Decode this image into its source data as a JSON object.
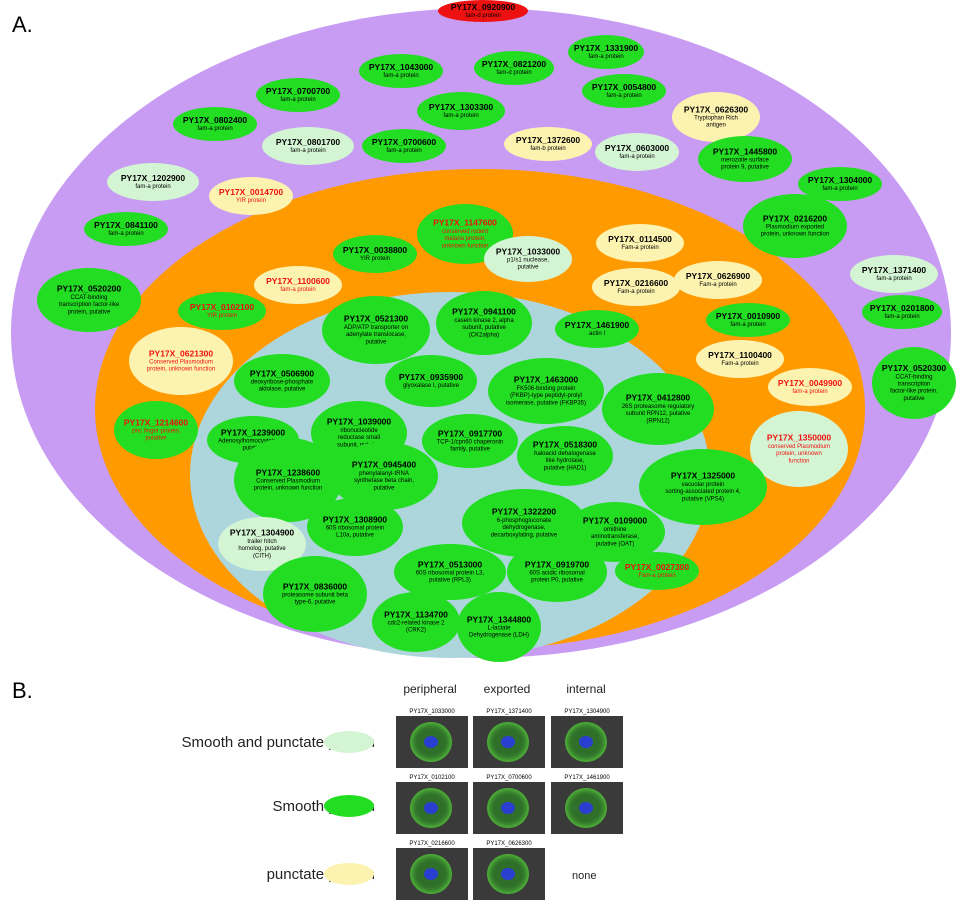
{
  "panels": {
    "a": "A.",
    "b": "B."
  },
  "colors": {
    "outer_ring": "#c79cf2",
    "middle_ring": "#ff9a00",
    "inner_core": "#acd6dc",
    "smooth": "#22dd22",
    "smooth_punctate": "#d4f5d4",
    "punctate": "#fdf3b0",
    "top_red": "#ee1111"
  },
  "nodes": [
    {
      "id": "PY17X_0920900",
      "desc": "fam-d protein",
      "style": "red"
    },
    {
      "id": "PY17X_1043000",
      "desc": "fam-a protein",
      "style": "smooth"
    },
    {
      "id": "PY17X_0821200",
      "desc": "fam-d protein",
      "style": "smooth"
    },
    {
      "id": "PY17X_1331900",
      "desc": "fam-a protein",
      "style": "smooth"
    },
    {
      "id": "PY17X_0700700",
      "desc": "fam-a protein",
      "style": "smooth"
    },
    {
      "id": "PY17X_0054800",
      "desc": "fam-a protein",
      "style": "smooth"
    },
    {
      "id": "PY17X_1303300",
      "desc": "fam-a protein",
      "style": "smooth"
    },
    {
      "id": "PY17X_0626300",
      "desc": "Tryptophan Rich antigen",
      "style": "punctate"
    },
    {
      "id": "PY17X_0802400",
      "desc": "fam-a protein",
      "style": "smooth"
    },
    {
      "id": "PY17X_0801700",
      "desc": "fam-a protein",
      "style": "smooth_punctate"
    },
    {
      "id": "PY17X_0700600",
      "desc": "fam-a protein",
      "style": "smooth"
    },
    {
      "id": "PY17X_1372600",
      "desc": "fam-b protein",
      "style": "punctate"
    },
    {
      "id": "PY17X_0603000",
      "desc": "fam-a protein",
      "style": "smooth_punctate"
    },
    {
      "id": "PY17X_1445800",
      "desc": "merozoite surface protein 9, putative",
      "style": "smooth"
    },
    {
      "id": "PY17X_1202900",
      "desc": "fam-a protein",
      "style": "smooth_punctate"
    },
    {
      "id": "PY17X_0014700",
      "desc": "YIR protein",
      "style": "punctate_red"
    },
    {
      "id": "PY17X_1304000",
      "desc": "fam-a protein",
      "style": "smooth"
    },
    {
      "id": "PY17X_0841100",
      "desc": "fam-a protein",
      "style": "smooth"
    },
    {
      "id": "PY17X_1147600",
      "desc": "conserved rodent malaria protein, unknown function",
      "style": "smooth_red"
    },
    {
      "id": "PY17X_0216200",
      "desc": "Plasmodium exported protein, unknown function",
      "style": "smooth"
    },
    {
      "id": "PY17X_0038800",
      "desc": "YIR protein",
      "style": "smooth"
    },
    {
      "id": "PY17X_1033000",
      "desc": "p1/s1 nuclease, putative",
      "style": "smooth_punctate"
    },
    {
      "id": "PY17X_0114500",
      "desc": "Fam-a protein",
      "style": "punctate"
    },
    {
      "id": "PY17X_1371400",
      "desc": "fam-a protein",
      "style": "smooth_punctate"
    },
    {
      "id": "PY17X_0520200",
      "desc": "CCAT-binding transcription factor-like protein, putative",
      "style": "smooth"
    },
    {
      "id": "PY17X_1100600",
      "desc": "fam-a protein",
      "style": "punctate_red"
    },
    {
      "id": "PY17X_0216600",
      "desc": "Fam-a protein",
      "style": "punctate"
    },
    {
      "id": "PY17X_0626900",
      "desc": "Fam-a protein",
      "style": "punctate"
    },
    {
      "id": "PY17X_0102100",
      "desc": "YIR protein",
      "style": "smooth_red"
    },
    {
      "id": "PY17X_0201800",
      "desc": "fam-a protein",
      "style": "smooth"
    },
    {
      "id": "PY17X_0010900",
      "desc": "fam-a protein",
      "style": "smooth"
    },
    {
      "id": "PY17X_0941100",
      "desc": "casein kinase 2, alpha subunit, putative (CK2alpha)",
      "style": "smooth"
    },
    {
      "id": "PY17X_0521300",
      "desc": "ADP/ATP transporter on adenylate translocase, putative",
      "style": "smooth"
    },
    {
      "id": "PY17X_1461900",
      "desc": "actin I",
      "style": "smooth"
    },
    {
      "id": "PY17X_0621300",
      "desc": "Conserved Plasmodium protein, unknown function",
      "style": "punctate_red"
    },
    {
      "id": "PY17X_1100400",
      "desc": "Fam-a protein",
      "style": "punctate"
    },
    {
      "id": "PY17X_0520300",
      "desc": "CCAT-binding transcription factor-like protein, putative",
      "style": "smooth"
    },
    {
      "id": "PY17X_0506900",
      "desc": "deoxyribose-phosphate aldolase, putative",
      "style": "smooth"
    },
    {
      "id": "PY17X_0935900",
      "desc": "glyoxalase I, putative",
      "style": "smooth"
    },
    {
      "id": "PY17X_1463000",
      "desc": "FK506-binding protein (FKBP)-type peptidyl-prolyl isomerase, putative (FKBP35)",
      "style": "smooth"
    },
    {
      "id": "PY17X_0049900",
      "desc": "fam-a protein",
      "style": "punctate_red"
    },
    {
      "id": "PY17X_0412800",
      "desc": "26S proteasome regulatory subunit RPN12, putative (RPN12)",
      "style": "smooth"
    },
    {
      "id": "PY17X_1214600",
      "desc": "zinc finger protein, putative",
      "style": "smooth_red"
    },
    {
      "id": "PY17X_1239000",
      "desc": "Adenosylhomocysteinase, putative",
      "style": "smooth"
    },
    {
      "id": "PY17X_1039000",
      "desc": "ribonucleotide reductase small subunit, putative",
      "style": "smooth"
    },
    {
      "id": "PY17X_0917700",
      "desc": "TCP-1/cpn60 chaperonin family, putative",
      "style": "smooth"
    },
    {
      "id": "PY17X_1350000",
      "desc": "conserved Plasmodium protein, unknown function",
      "style": "smooth_punctate_red"
    },
    {
      "id": "PY17X_0518300",
      "desc": "haloacid dehalogenase like hydrolase, putative (HAD1)",
      "style": "smooth"
    },
    {
      "id": "PY17X_1238600",
      "desc": "Conserved Plasmodium protein, unknown function",
      "style": "smooth"
    },
    {
      "id": "PY17X_0945400",
      "desc": "phenylalanyl-tRNA synthetase beta chain, putative",
      "style": "smooth"
    },
    {
      "id": "PY17X_1325000",
      "desc": "vacuolar protein sorting-associated protein 4, putative (VPS4)",
      "style": "smooth"
    },
    {
      "id": "PY17X_1304900",
      "desc": "trailer hitch homolog, putative (CITH)",
      "style": "smooth_punctate"
    },
    {
      "id": "PY17X_1308900",
      "desc": "60S ribosomal protein L10a, putative",
      "style": "smooth"
    },
    {
      "id": "PY17X_1322200",
      "desc": "6-phosphogluconate dehydrogenase, decarboxylating, putative",
      "style": "smooth"
    },
    {
      "id": "PY17X_0109000",
      "desc": "ornithine aminotransferase, putative (OAT)",
      "style": "smooth"
    },
    {
      "id": "PY17X_0513000",
      "desc": "60S ribosomal protein L3, putative (RPL3)",
      "style": "smooth"
    },
    {
      "id": "PY17X_0919700",
      "desc": "60S acidic ribosomal protein P0, putative",
      "style": "smooth"
    },
    {
      "id": "PY17X_0027300",
      "desc": "Fam-a protein",
      "style": "smooth_red"
    },
    {
      "id": "PY17X_0836000",
      "desc": "proteasome subunit beta type-6, putative",
      "style": "smooth"
    },
    {
      "id": "PY17X_1134700",
      "desc": "cdc2-related kinase 2 (CRK2)",
      "style": "smooth"
    },
    {
      "id": "PY17X_1344800",
      "desc": "L-lactate Dehydrogenase (LDH)",
      "style": "smooth"
    }
  ],
  "legend": [
    {
      "label": "Smooth and punctate pattern",
      "style": "smooth_punctate"
    },
    {
      "label": "Smooth pattern",
      "style": "smooth"
    },
    {
      "label": "punctate pattern",
      "style": "punctate"
    }
  ],
  "columns": [
    "peripheral",
    "exported",
    "internal"
  ],
  "micrographs": [
    {
      "id": "PY17X_1033000"
    },
    {
      "id": "PY17X_1371400"
    },
    {
      "id": "PY17X_1304900"
    },
    {
      "id": "PY17X_0102100"
    },
    {
      "id": "PY17X_0700600"
    },
    {
      "id": "PY17X_1461900"
    },
    {
      "id": "PY17X_0216600"
    },
    {
      "id": "PY17X_0626300"
    }
  ],
  "none_label": "none"
}
